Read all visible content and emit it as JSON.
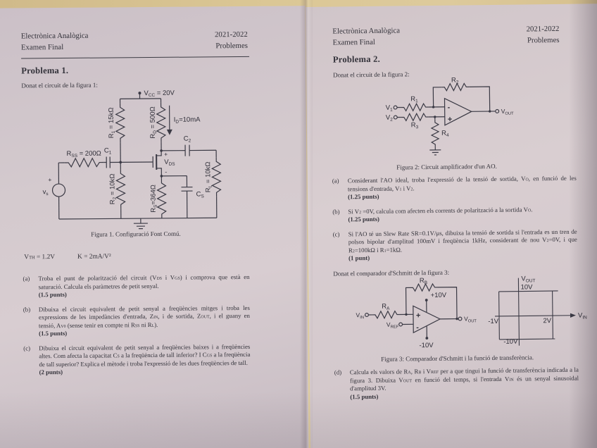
{
  "page1": {
    "header": {
      "title": "Electrònica Analògica",
      "subtitle": "Examen Final",
      "year": "2021-2022",
      "kind": "Problemes"
    },
    "problem_title": "Problema 1.",
    "intro": "Donat el circuit de la figura 1:",
    "figure1": {
      "caption": "Figura 1. Configuració Font Comú.",
      "labels": {
        "vcc": "V_{CC} = 20V",
        "r1": "R_{1} = 15kΩ",
        "rd": "R_{D} = 500Ω",
        "id": "I_{D}=10mA",
        "c2": "C_{2}",
        "rss": "R_{SS} = 200Ω",
        "c1": "C_{1}",
        "r2": "R_{2} = 10kΩ",
        "vds": "V_{DS}",
        "vds_plus": "+",
        "vds_minus": "-",
        "rs": "R_{S}=364Ω",
        "cs": "C_{S}",
        "rl": "R_{L} = 10kΩ",
        "vs": "v_{s}",
        "vs_plus": "+"
      }
    },
    "given": {
      "vth": "V_{TH} = 1.2V",
      "k": "K = 2mA/V²"
    },
    "items": [
      {
        "label": "(a)",
        "text": "Troba el punt de polarització del circuit (V_{DS} i V_{GS}) i comprova que està en saturació. Calcula els paràmetres de petit senyal.",
        "points": "(1.5 punts)"
      },
      {
        "label": "(b)",
        "text": "Dibuixa el circuit equivalent de petit senyal a freqüències mitges i troba les expressions de les impedàncies d'entrada, Z_{IN}, i de sortida, Z_{OUT}, i el guany en tensió, A_{V0} (sense tenir en compte ni R_{SS} ni R_{L}).",
        "points": "(1.5 punts)"
      },
      {
        "label": "(c)",
        "text": "Dibuixa el circuit equivalent de petit senyal a freqüències baixes i a freqüències altes. Com afecta la capacitat C_{S} a la freqüència de tall inferior? I C_{GS} a la freqüència de tall superior? Explica el mètode i troba l'expressió de les dues freqüències de tall.",
        "points": "(2 punts)"
      }
    ]
  },
  "page2": {
    "header": {
      "title": "Electrònica Analògica",
      "subtitle": "Examen Final",
      "year": "2021-2022",
      "kind": "Problemes"
    },
    "problem_title": "Problema 2.",
    "intro": "Donat el circuit de la figura 2:",
    "figure2": {
      "caption": "Figura 2: Circuit amplificador d'un AO.",
      "labels": {
        "r1": "R_{1}",
        "r2": "R_{2}",
        "r3": "R_{3}",
        "r4": "R_{4}",
        "v1": "V_{1}",
        "v2": "V_{2}",
        "vout": "V_{OUT}",
        "minus": "-",
        "plus": "+"
      }
    },
    "items": [
      {
        "label": "(a)",
        "text": "Considerant l'AO ideal, troba l'expressió de la tensió de sortida, V_{O}, en funció de les tensions d'entrada, V_{1} i V_{2}.",
        "points": "(1.25 punts)"
      },
      {
        "label": "(b)",
        "text": "Si V_{2} =0V, calcula com afecten els corrents de polarització a la sortida V_{O}.",
        "points": "(1.25 punts)"
      },
      {
        "label": "(c)",
        "text": "Si l'AO té un Slew Rate SR=0.1V/μs, dibuixa la tensió de sortida si l'entrada es un tren de polsos bipolar d'amplitud 100mV i freqüència 1kHz, considerant de nou V_{2}=0V, i que R_{2}=100kΩ i R_{1}=1kΩ.",
        "points": "(1 punt)"
      }
    ],
    "schmitt_intro": "Donat el comparador d'Schmitt de la figura 3:",
    "figure3": {
      "caption": "Figura 3: Comparador d'Schmitt i la funció de transferència.",
      "labels": {
        "ra": "R_{A}",
        "rb": "R_{B}",
        "vin": "V_{IN}",
        "vref": "V_{REF}",
        "vout": "V_{OUT}",
        "vpos": "+10V",
        "vneg": "-10V",
        "plus": "+",
        "minus": "-"
      },
      "graph": {
        "yaxis": "V_{OUT}",
        "xaxis": "V_{IN}",
        "high": "10V",
        "low": "-10V",
        "th_low": "-1V",
        "th_high": "2V"
      }
    },
    "item_d": {
      "label": "(d)",
      "text": "Calcula els valors de R_{A}, R_{B} i V_{REF} per a que tingui la funció de transferència indicada a la figura 3. Dibuixa V_{OUT} en funció del temps, si l'entrada V_{IN} és un senyal sinusoidal d'amplitud 3V.",
      "points": "(1.5 punts)"
    }
  }
}
